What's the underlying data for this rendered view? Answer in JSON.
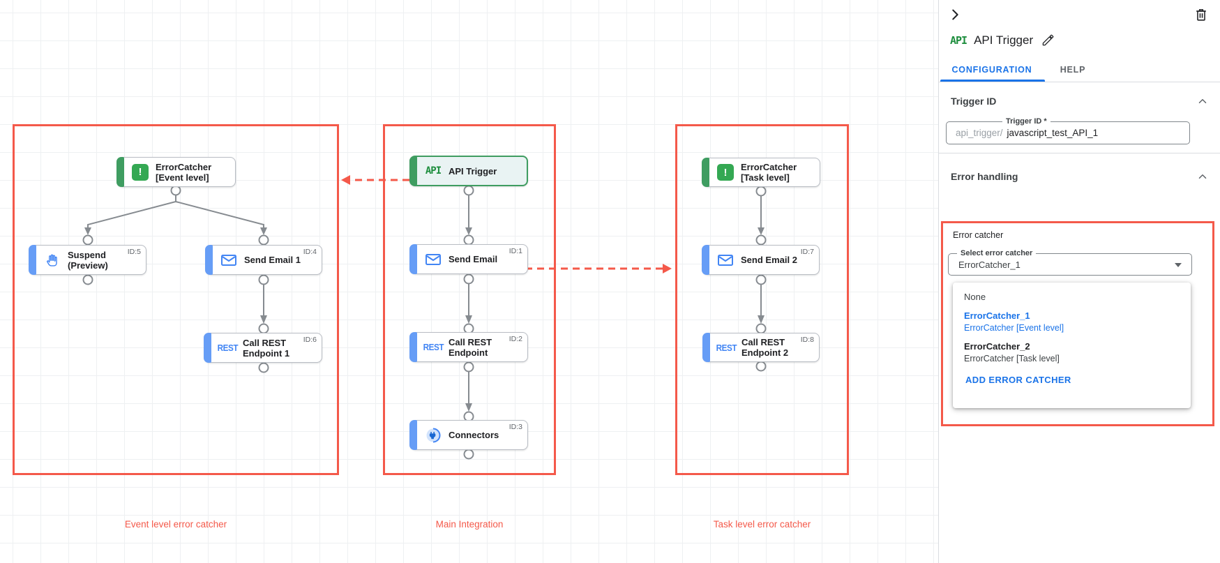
{
  "canvas": {
    "groups": {
      "event": {
        "label": "Event level error catcher"
      },
      "main": {
        "label": "Main Integration"
      },
      "task": {
        "label": "Task level error catcher"
      }
    },
    "nodes": {
      "ec_event": {
        "label": "ErrorCatcher [Event level]"
      },
      "suspend": {
        "label": "Suspend (Preview)",
        "id": "ID:5"
      },
      "send_email_1": {
        "label": "Send Email 1",
        "id": "ID:4"
      },
      "call_rest_1": {
        "label": "Call REST Endpoint 1",
        "id": "ID:6"
      },
      "api_trigger": {
        "label": "API Trigger",
        "icon_text": "API"
      },
      "send_email": {
        "label": "Send Email",
        "id": "ID:1"
      },
      "call_rest": {
        "label": "Call REST Endpoint",
        "id": "ID:2"
      },
      "connectors": {
        "label": "Connectors",
        "id": "ID:3"
      },
      "ec_task": {
        "label": "ErrorCatcher [Task level]"
      },
      "send_email_2": {
        "label": "Send Email 2",
        "id": "ID:7"
      },
      "call_rest_2": {
        "label": "Call REST Endpoint 2",
        "id": "ID:8"
      },
      "rest_icon_text": "REST",
      "error_icon_text": "!"
    },
    "colors": {
      "highlight_red": "#f4594a",
      "node_blue_bar": "#669df6",
      "node_green_bar": "#3f9d61",
      "connector_gray": "#868b90",
      "breakpoint_dot_red": "#df2b1c"
    }
  },
  "panel": {
    "logo_text": "API",
    "title": "API Trigger",
    "tabs": {
      "configuration": "CONFIGURATION",
      "help": "HELP"
    },
    "trigger_id": {
      "section_title": "Trigger ID",
      "field_label": "Trigger ID *",
      "prefix": "api_trigger/",
      "value": "javascript_test_API_1"
    },
    "error_handling": {
      "section_title": "Error handling",
      "group_label": "Error catcher",
      "select_label": "Select error catcher",
      "select_value": "ErrorCatcher_1",
      "dropdown": {
        "none_label": "None",
        "options": [
          {
            "name": "ErrorCatcher_1",
            "desc": "ErrorCatcher [Event level]"
          },
          {
            "name": "ErrorCatcher_2",
            "desc": "ErrorCatcher [Task level]"
          }
        ],
        "add_button": "ADD ERROR CATCHER"
      }
    }
  }
}
